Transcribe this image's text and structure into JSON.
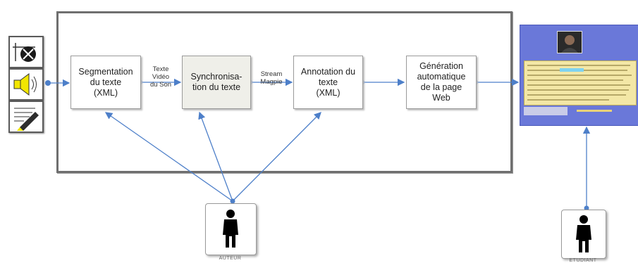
{
  "boxes": {
    "segmentation": "Segmentation\ndu texte\n(XML)",
    "synchronisation": "Synchronisa-\ntion du texte",
    "annotation": "Annotation du\ntexte\n(XML)",
    "generation": "Génération\nautomatique\nde la page\nWeb"
  },
  "edge_labels": {
    "seg_to_sync": "Texte\nVidéo\ndu Son",
    "sync_to_annot": "Stream\nMagpie"
  },
  "actors": {
    "author": "AUTEUR",
    "student": "ETUDIANT"
  },
  "media_icons": [
    "video-reel-icon",
    "speaker-icon",
    "text-document-icon"
  ],
  "colors": {
    "arrow": "#4d7fc9",
    "frame": "#6f6f6f",
    "screen": "#6a78d9",
    "screen_text_panel": "#f3e7a6"
  }
}
